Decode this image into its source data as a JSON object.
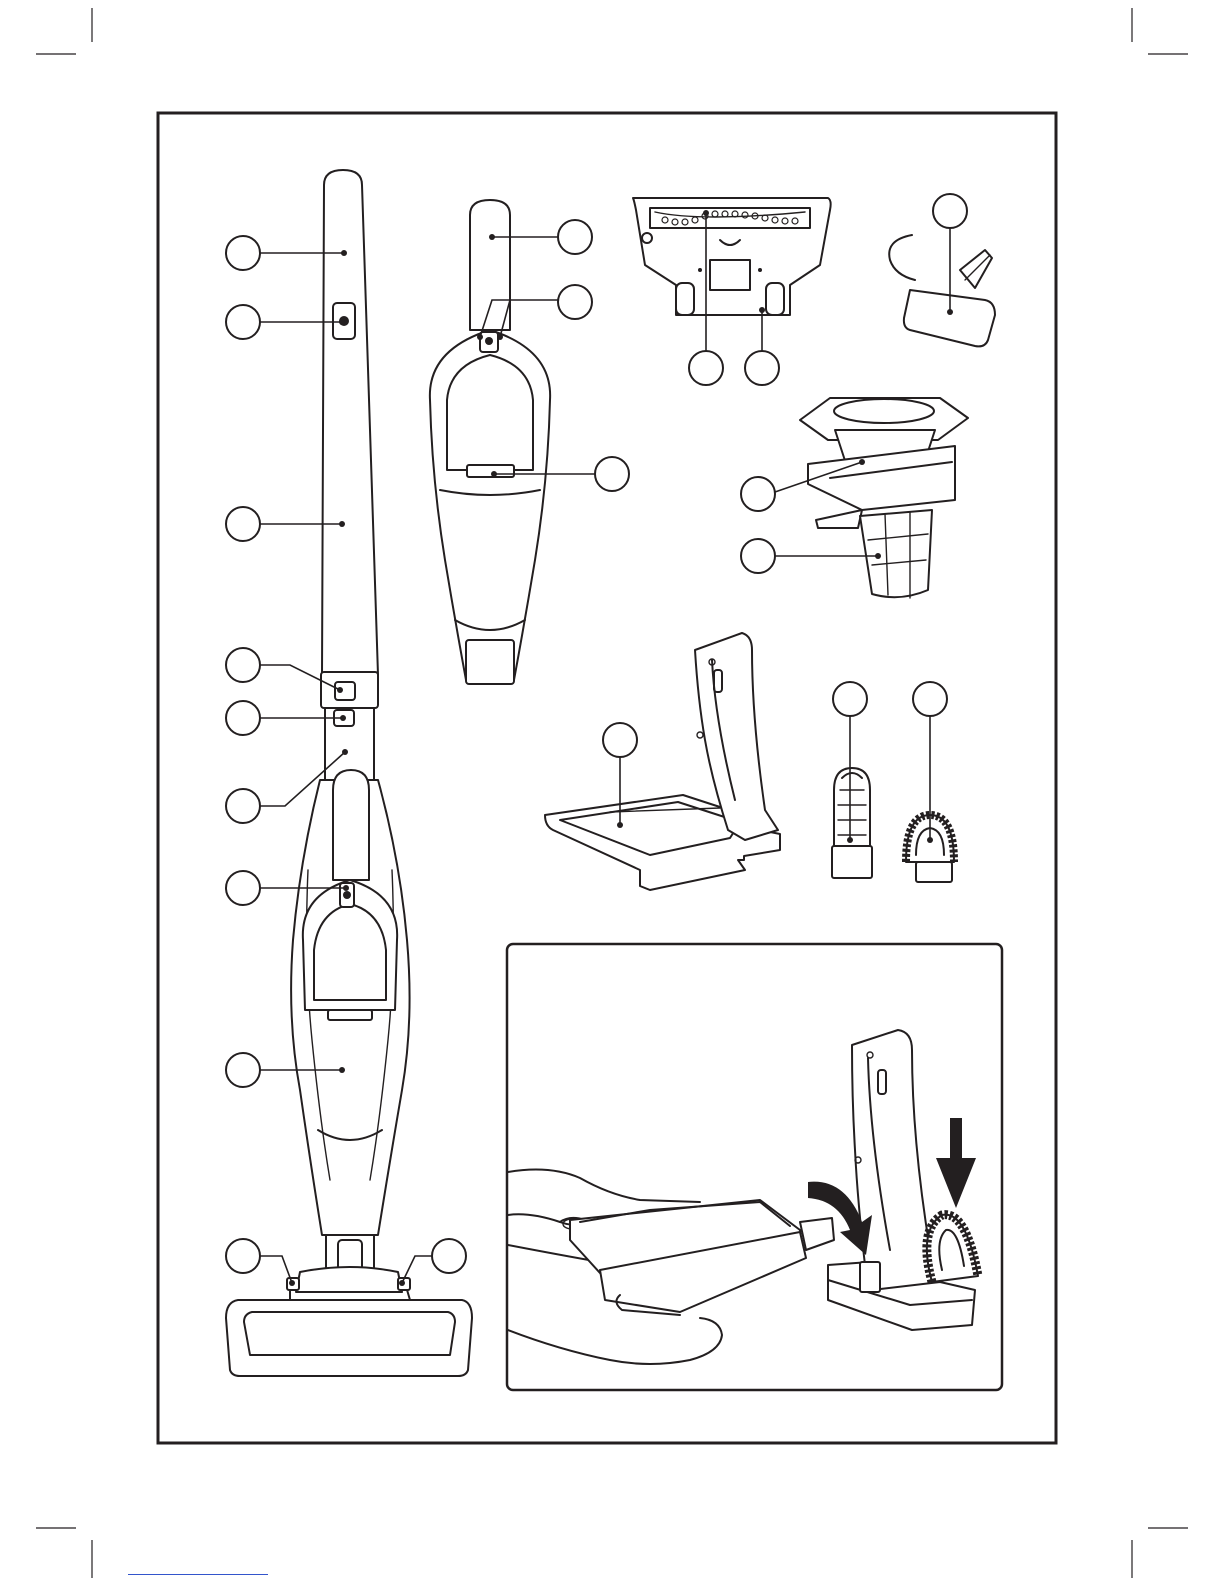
{
  "figure": {
    "title": "",
    "callout_labels": [],
    "components": [
      "stick-vacuum-assembled",
      "handheld-unit",
      "floor-nozzle-underside",
      "charging-adapter",
      "dust-filter",
      "wall-mount-base",
      "crevice-tool",
      "brush-tool"
    ],
    "inset": "wall-mount-assembly-illustration"
  },
  "colors": {
    "line": "#231f20",
    "background": "#ffffff",
    "link_underline": "#3355cc"
  }
}
